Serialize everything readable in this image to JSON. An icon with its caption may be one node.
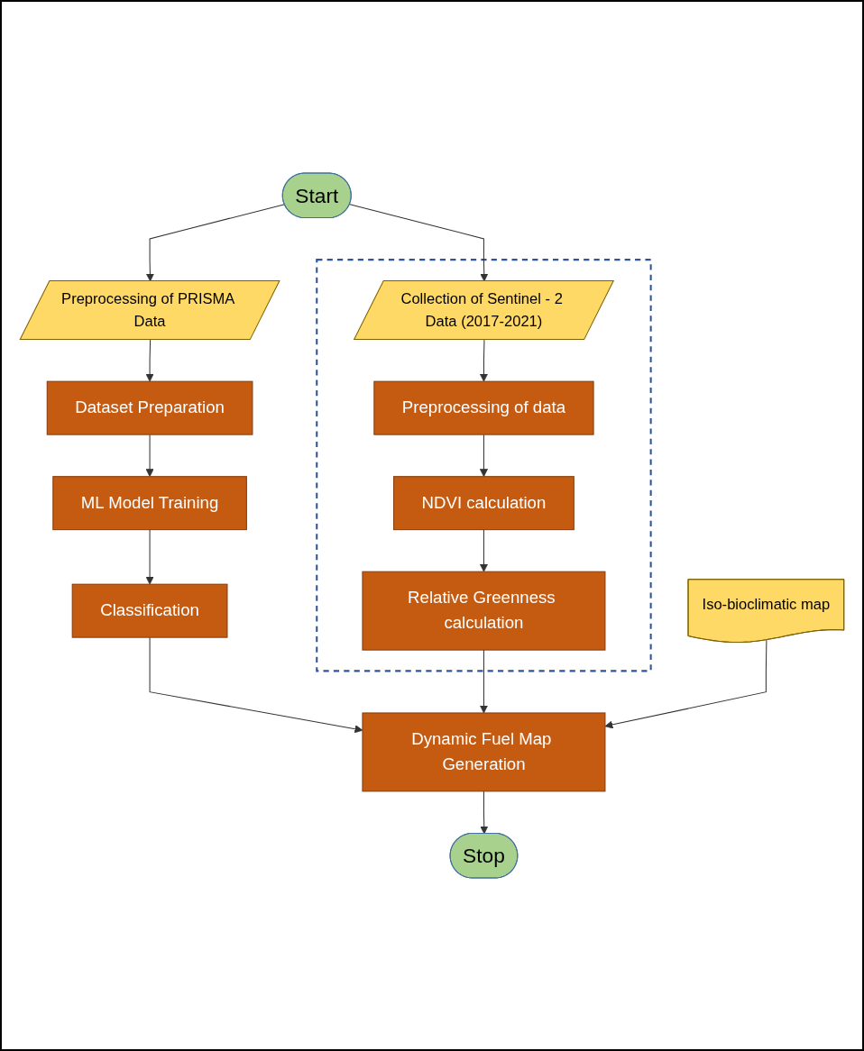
{
  "diagram": {
    "nodes": [
      {
        "text": [
          "Start"
        ]
      },
      {
        "text": [
          "Preprocessing of PRISMA Data"
        ]
      },
      {
        "text": [],
        "shape": "box"
      },
      {
        "text": [
          "Collection of Sentinel - 2 Data (2017-2021)"
        ],
        "in": 2
      },
      {
        "text": [
          "Dataset Preparation"
        ]
      },
      {
        "text": [
          "Preprocessing of data"
        ],
        "in": 2
      },
      {
        "text": [
          "ML Model Training"
        ]
      },
      {
        "text": [
          "NDVI calculation"
        ],
        "in": 2
      },
      {
        "text": [
          "Classification"
        ]
      },
      {
        "text": [
          "Relative Greenness calculation"
        ],
        "in": 2
      },
      {
        "text": [
          "Dynamic Fuel Map Generation"
        ]
      },
      {
        "text": [
          "Iso-bioclimatic map"
        ]
      },
      {
        "text": [
          "Stop"
        ]
      }
    ],
    "edges": [
      {
        "from": 0,
        "to": 1,
        "arrow": "to"
      },
      {
        "from": 0,
        "to": 3,
        "arrow": "to"
      },
      {
        "from": 1,
        "to": 4,
        "arrow": "to"
      },
      {
        "from": 4,
        "to": 6,
        "arrow": "to"
      },
      {
        "from": 6,
        "to": 8,
        "arrow": "to"
      },
      {
        "from": 3,
        "to": 5,
        "arrow": "to"
      },
      {
        "from": 5,
        "to": 7,
        "arrow": "to"
      },
      {
        "from": 7,
        "to": 9,
        "arrow": "to"
      },
      {
        "from": 8,
        "to": 10,
        "arrow": "to"
      },
      {
        "from": 9,
        "to": 10,
        "arrow": "to"
      },
      {
        "from": 11,
        "to": 10,
        "arrow": "to"
      },
      {
        "from": 10,
        "to": 12,
        "arrow": "to"
      }
    ]
  }
}
